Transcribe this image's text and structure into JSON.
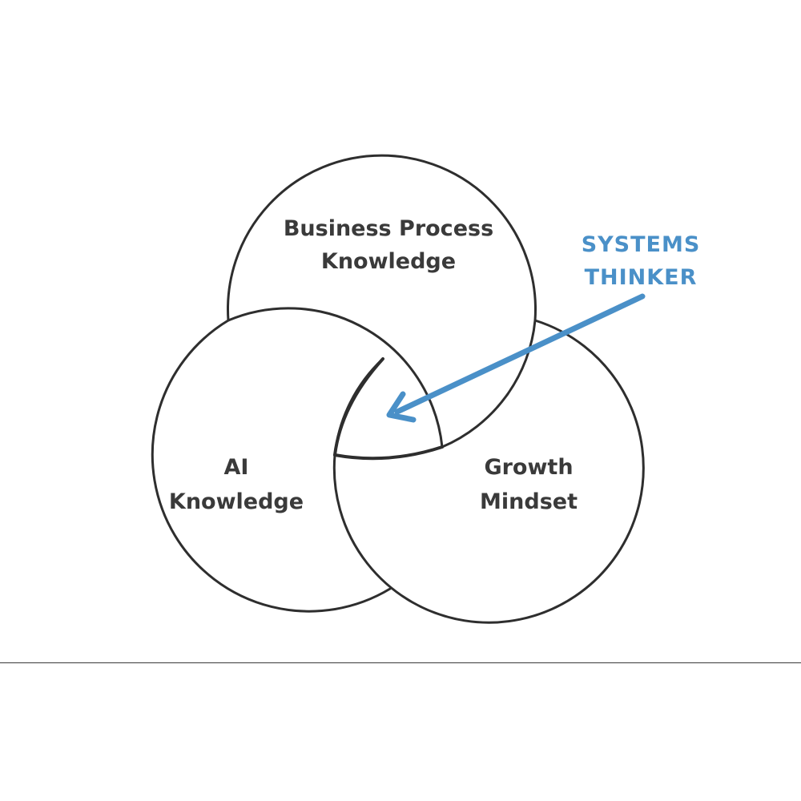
{
  "diagram": {
    "circles": [
      {
        "name": "business-process",
        "lines": [
          "Business Process",
          "Knowledge"
        ]
      },
      {
        "name": "ai",
        "lines": [
          "AI",
          "Knowledge"
        ]
      },
      {
        "name": "growth",
        "lines": [
          "Growth",
          "Mindset"
        ]
      }
    ],
    "callout": {
      "lines": [
        "SYSTEMS",
        "THINKER"
      ],
      "color": "#4a90c8"
    },
    "stroke_color": "#2e2e2e",
    "text_color": "#3a3a3a"
  }
}
